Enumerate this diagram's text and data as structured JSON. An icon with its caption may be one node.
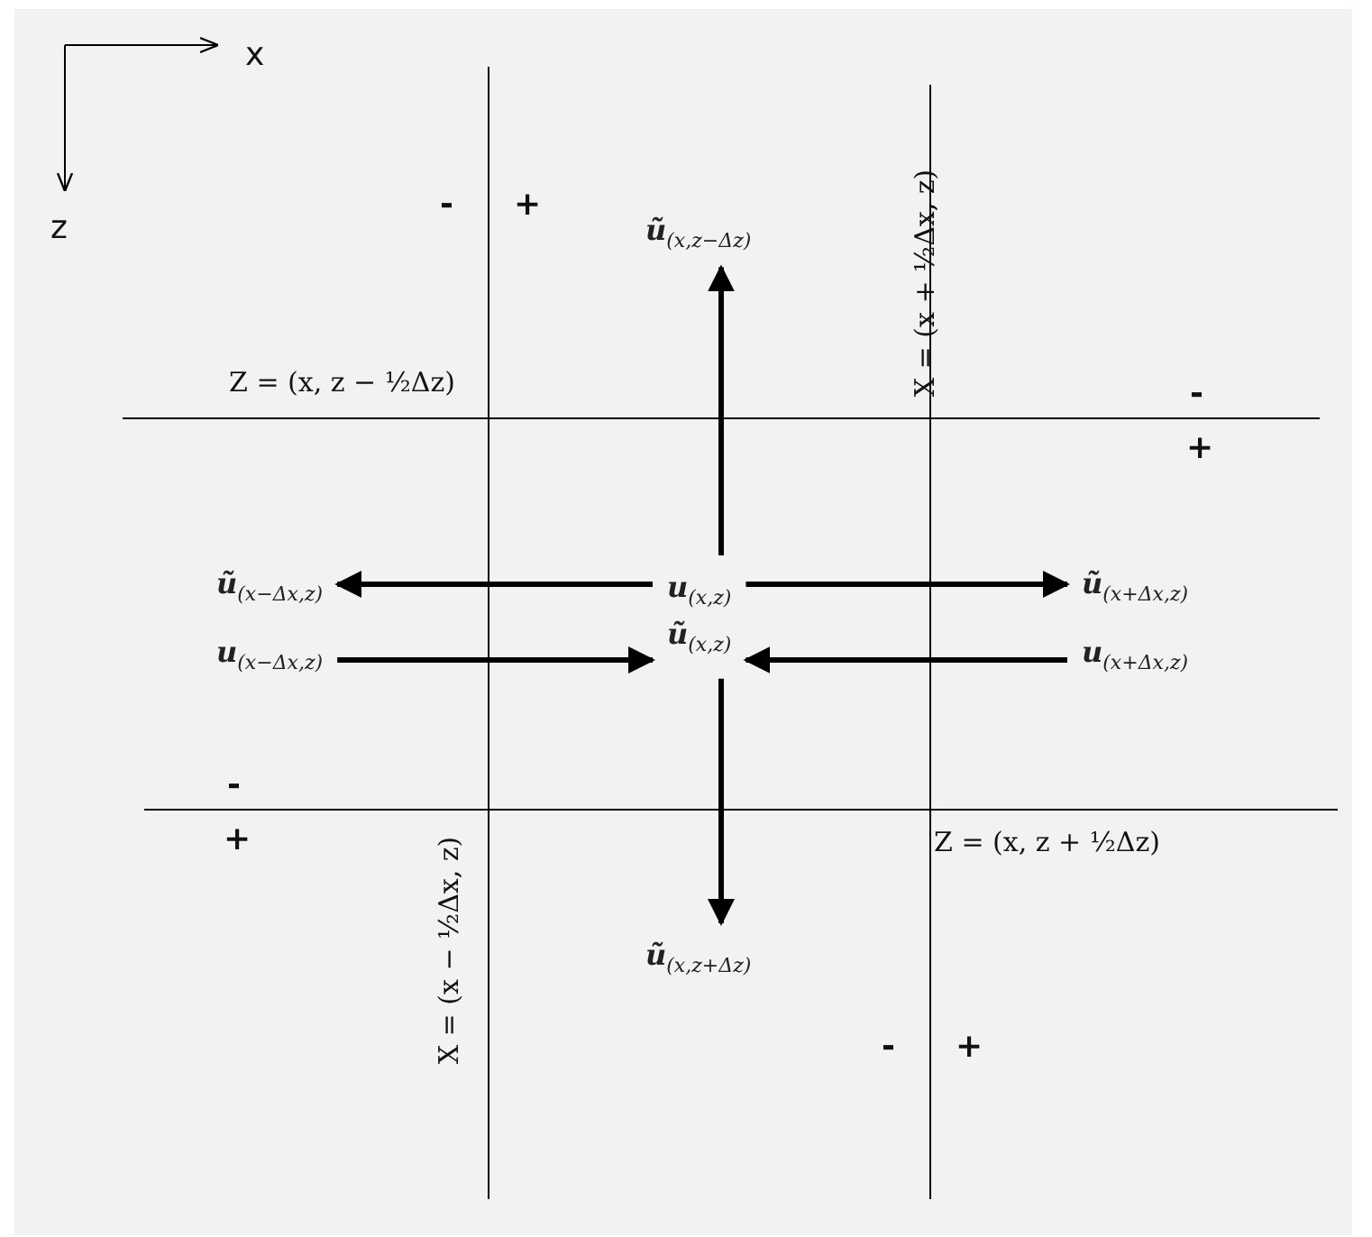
{
  "diagram": {
    "nodes": [
      {
        "text": [
          "**ũ**$_{(x,z−Δz)}$"
        ]
      },
      {
        "text": [
          "**ũ**$_{(x−Δx,z)}$"
        ]
      },
      {
        "text": [
          "**u**$_{(x,z)}$",
          "**ũ**$_{(x,z)}$"
        ]
      },
      {
        "text": [
          "**ũ**$_{(x+Δx,z)}$"
        ]
      },
      {
        "text": [
          "**u**$_{(x−Δx,z)}$"
        ]
      },
      {
        "text": [
          "**u**$_{(x+Δx,z)}$"
        ]
      },
      {
        "text": [
          "**ũ**$_{(x,z+Δz)}$"
        ]
      }
    ],
    "edges": [
      {
        "from": 2,
        "to": 0,
        "arrow": "to"
      },
      {
        "from": 2,
        "to": 1,
        "arrow": "to"
      },
      {
        "from": 2,
        "to": 3,
        "arrow": "to"
      },
      {
        "from": 4,
        "to": 2,
        "arrow": "to"
      },
      {
        "from": 5,
        "to": 2,
        "arrow": "to"
      },
      {
        "from": 2,
        "to": 6,
        "arrow": "to"
      }
    ],
    "labels": [
      "x",
      "z",
      "-",
      "+",
      "X = (x + ½Δx, z)",
      "Z = (x, z − ½Δz)",
      "-",
      "+",
      "-",
      "+",
      "X = (x − ½Δx, z)",
      "Z = (x, z + ½Δz)",
      "-",
      "+"
    ]
  }
}
